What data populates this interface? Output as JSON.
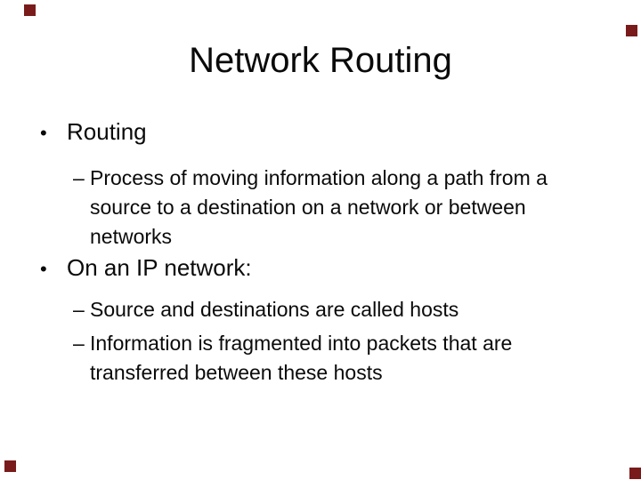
{
  "slide": {
    "title": "Network Routing"
  },
  "glyphs": {
    "bullet": "•",
    "dash": "–"
  },
  "content": {
    "bullets": [
      {
        "label": "Routing",
        "subs": [
          {
            "lines": [
              "Process of moving information along a path from a",
              "source to a destination on a network or between",
              "networks"
            ]
          }
        ]
      },
      {
        "label": "On an IP network:",
        "subs": [
          {
            "lines": [
              "Source and destinations are called hosts"
            ]
          },
          {
            "lines": [
              "Information is fragmented into packets that are",
              "transferred between these hosts"
            ]
          }
        ]
      }
    ]
  },
  "decoration": {
    "marker_color": "#7a1b1b"
  }
}
